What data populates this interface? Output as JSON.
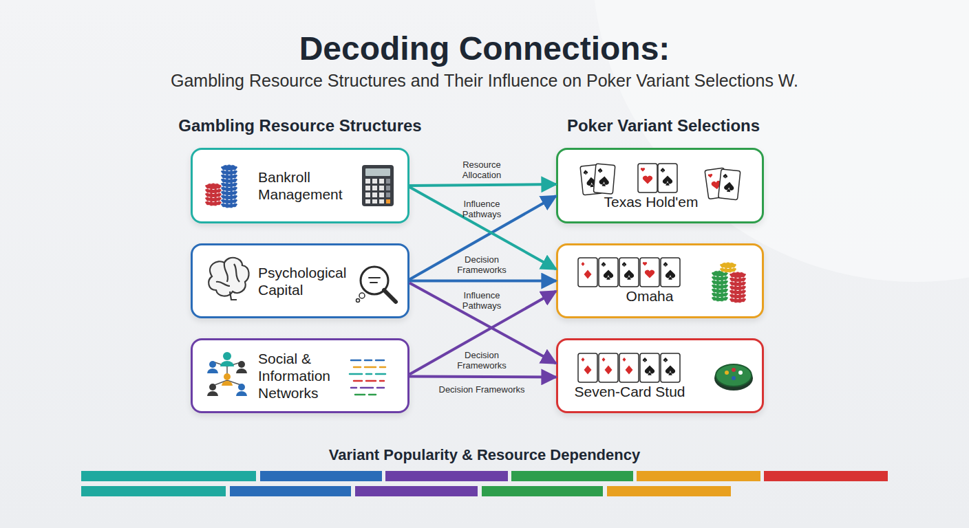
{
  "diagram": {
    "title": "Decoding Connections:",
    "nodes": [
      {
        "text": [
          "Bankroll Management"
        ]
      },
      {
        "text": [
          "Psychological Capital"
        ]
      },
      {
        "text": [
          "Social & Information Networks"
        ]
      },
      {
        "text": [
          "Texas Hold'em"
        ]
      },
      {
        "text": [
          "Omaha"
        ]
      },
      {
        "text": [
          "Seven-Card Stud"
        ]
      }
    ],
    "edges": [
      {
        "from": 0,
        "to": 3,
        "arrow": "to",
        "label": "Resource Allocation"
      },
      {
        "from": 1,
        "to": 3,
        "arrow": "to",
        "label": "Influence Pathways"
      },
      {
        "from": 0,
        "to": 4,
        "arrow": "to",
        "label": "Decision Frameworks"
      },
      {
        "from": 1,
        "to": 4,
        "arrow": "to"
      },
      {
        "from": 1,
        "to": 5,
        "arrow": "to",
        "label": "Influence Pathways"
      },
      {
        "from": 2,
        "to": 4,
        "arrow": "to",
        "label": "Decision Frameworks"
      },
      {
        "from": 2,
        "to": 5,
        "arrow": "to",
        "label": "Decision Frameworks"
      }
    ],
    "labels": [
      "Gambling Resource Structures and Their Influence on Poker Variant Selections W.",
      "Gambling Resource Structures",
      "Poker Variant Selections",
      "Variant Popularity & Resource Dependency"
    ]
  }
}
